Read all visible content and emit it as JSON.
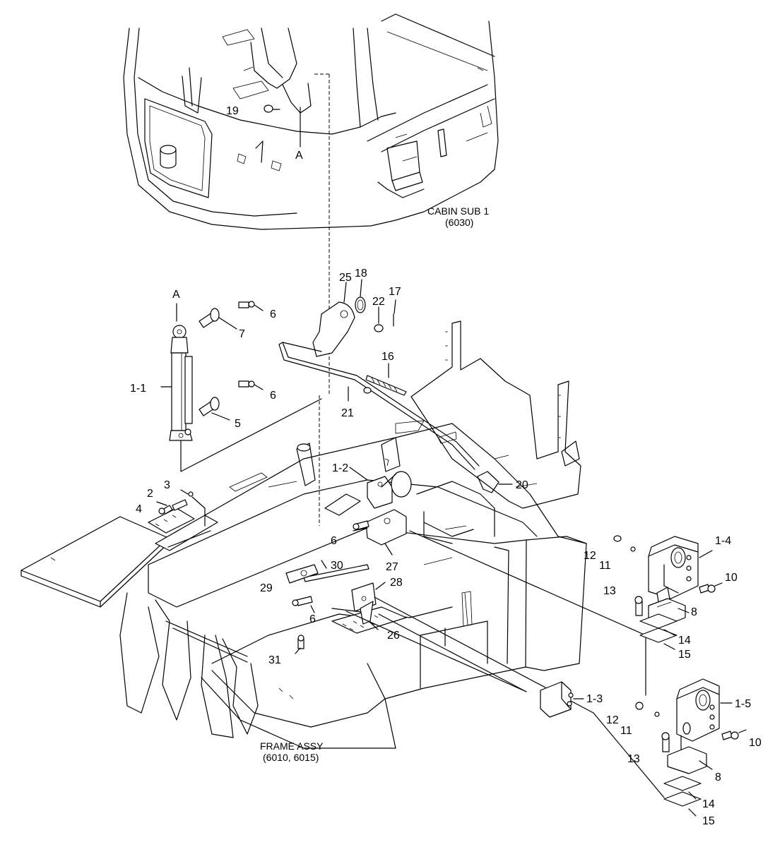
{
  "captions": {
    "cabin_name": "CABIN SUB 1",
    "cabin_code": "(6030)",
    "frame_name": "FRAME ASSY",
    "frame_code": "(6010, 6015)"
  },
  "labels": {
    "p19": "19",
    "pA_top": "A",
    "pA_left": "A",
    "p25": "25",
    "p18": "18",
    "p17": "17",
    "p22": "22",
    "p6_a": "6",
    "p7": "7",
    "p1_1": "1-1",
    "p6_b": "6",
    "p5": "5",
    "p16": "16",
    "p21": "21",
    "p20": "20",
    "p1_2": "1-2",
    "p3": "3",
    "p2": "2",
    "p4": "4",
    "p6_c": "6",
    "p30": "30",
    "p27": "27",
    "p29": "29",
    "p28": "28",
    "p6_d": "6",
    "p26": "26",
    "p31": "31",
    "p12_a": "12",
    "p11_a": "11",
    "p1_4": "1-4",
    "p13_a": "13",
    "p10_a": "10",
    "p8_a": "8",
    "p14_a": "14",
    "p15_a": "15",
    "p1_3": "1-3",
    "p12_b": "12",
    "p11_b": "11",
    "p1_5": "1-5",
    "p10_b": "10",
    "p13_b": "13",
    "p8_b": "8",
    "p14_b": "14",
    "p15_b": "15"
  }
}
